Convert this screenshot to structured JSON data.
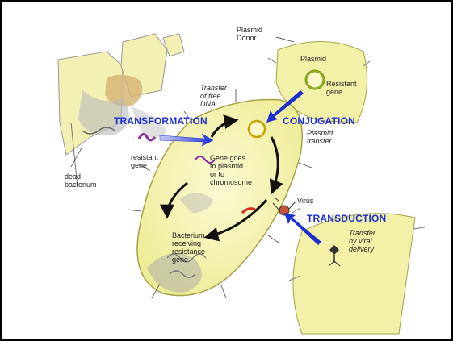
{
  "diagram": {
    "mechanisms": {
      "transformation": "TRANSFORMATION",
      "conjugation": "CONJUGATION",
      "transduction": "TRANSDUCTION"
    },
    "labels": {
      "plasmid_donor": "Plasmid\nDonor",
      "plasmid": "Plasmid",
      "resistant_gene_plasmid": "Resistant\ngene",
      "transfer_free_dna": "Transfer\nof free\nDNA",
      "resistant_gene": "resistant\ngene",
      "dead_bacterium": "dead\nbacterium",
      "gene_goes": "Gene goes\nto plasmid\nor to\nchromosome",
      "plasmid_transfer": "Plasmid\ntransfer",
      "virus": "Virus",
      "transfer_viral": "Transfer\nby viral\ndelivery",
      "bacterium_resistance": "Bacterium\nreceiving\nresistance\ngene"
    },
    "colors": {
      "cell_fill": "#f2f0a4",
      "cell_stroke": "#a6a24a",
      "arrow_blue": "#1b2fd3",
      "gene_purple": "#8a2b9e",
      "gene_red": "#d62a1a",
      "plasmid_green": "#5aa82a"
    }
  }
}
